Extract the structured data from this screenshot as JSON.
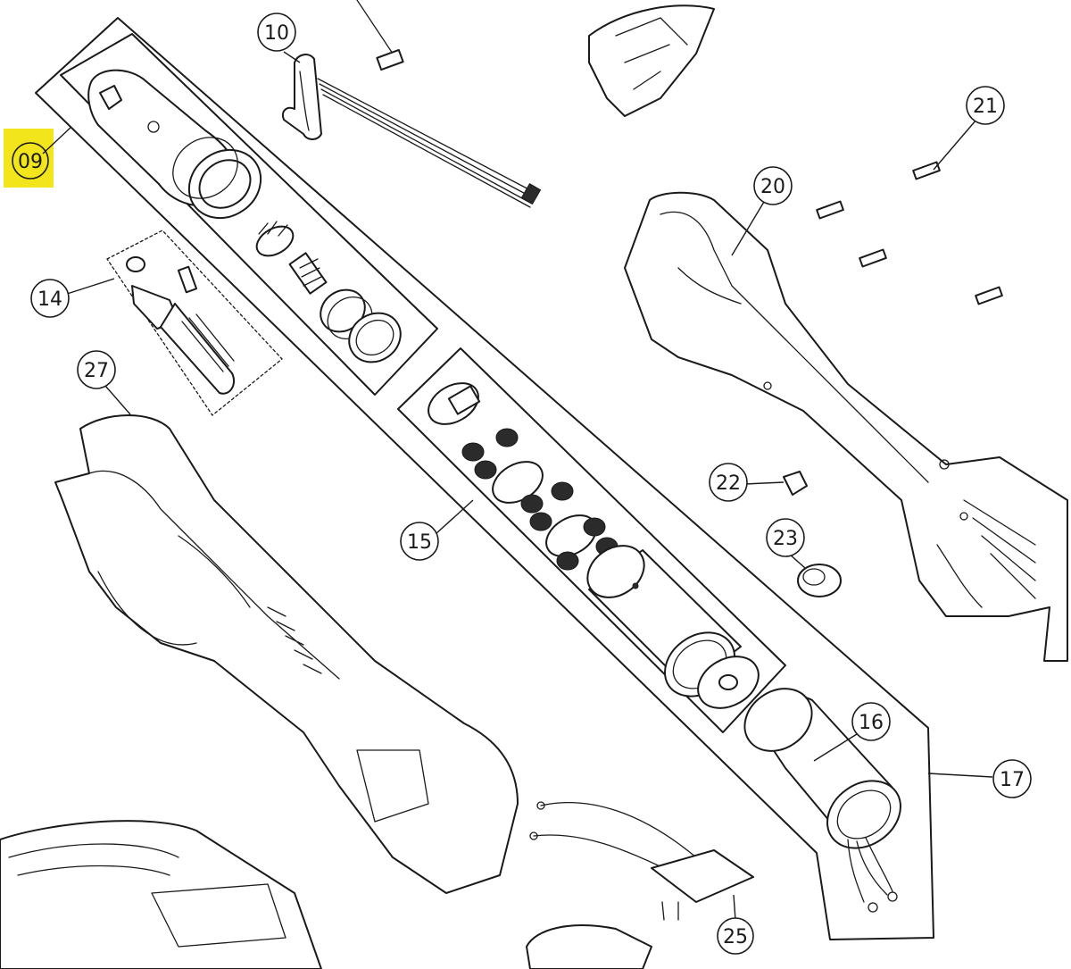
{
  "diagram": {
    "type": "exploded-parts-diagram",
    "highlight_color": "#f2e51c",
    "callouts": [
      {
        "id": "09",
        "label": "09",
        "highlighted": true
      },
      {
        "id": "10",
        "label": "10",
        "highlighted": false
      },
      {
        "id": "14",
        "label": "14",
        "highlighted": false
      },
      {
        "id": "15",
        "label": "15",
        "highlighted": false
      },
      {
        "id": "16",
        "label": "16",
        "highlighted": false
      },
      {
        "id": "17",
        "label": "17",
        "highlighted": false
      },
      {
        "id": "20",
        "label": "20",
        "highlighted": false
      },
      {
        "id": "21",
        "label": "21",
        "highlighted": false
      },
      {
        "id": "22",
        "label": "22",
        "highlighted": false
      },
      {
        "id": "23",
        "label": "23",
        "highlighted": false
      },
      {
        "id": "25",
        "label": "25",
        "highlighted": false
      },
      {
        "id": "27",
        "label": "27",
        "highlighted": false
      }
    ]
  }
}
